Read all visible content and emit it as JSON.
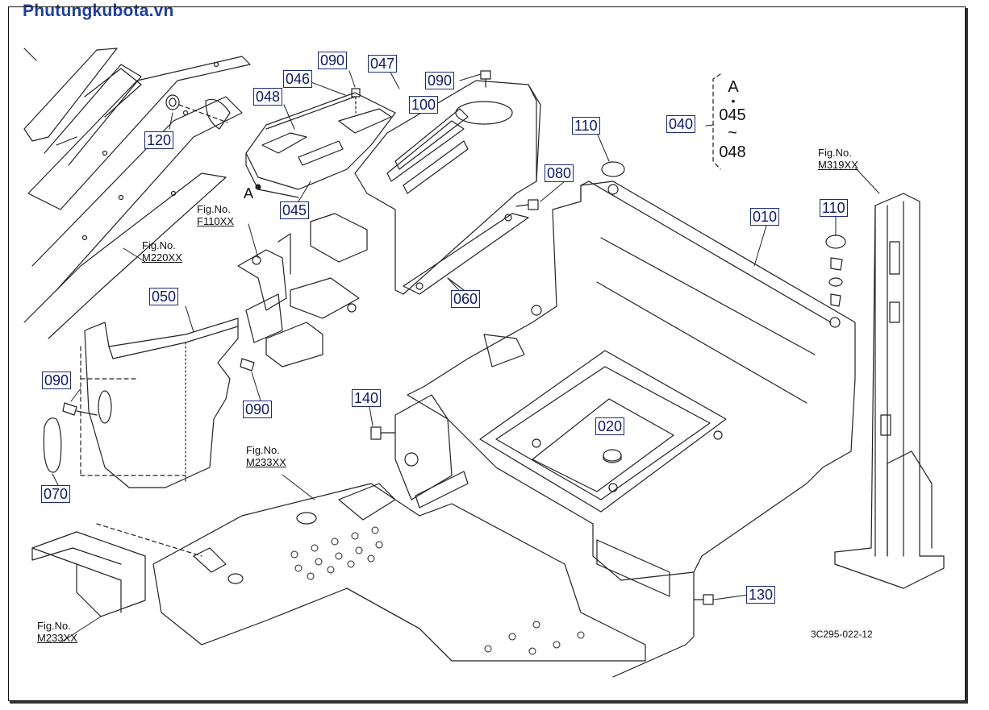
{
  "site_title": "Phutungkubota.vn",
  "drawing_code": "3C295-022-12",
  "part_labels": {
    "p010": "010",
    "p020": "020",
    "p040": "040",
    "p045": "045",
    "p046": "046",
    "p047": "047",
    "p048": "048",
    "p050": "050",
    "p060": "060",
    "p070": "070",
    "p080": "080",
    "p090a": "090",
    "p090b": "090",
    "p090c": "090",
    "p090d": "090",
    "p100": "100",
    "p110a": "110",
    "p110b": "110",
    "p120": "120",
    "p130": "130",
    "p140": "140"
  },
  "assembly_group": {
    "marker": "A",
    "from": "045",
    "tilde": "~",
    "to": "048"
  },
  "view_marker": "A",
  "fig_refs": {
    "f110": {
      "label": "Fig.No.",
      "ref": "F110XX"
    },
    "m220": {
      "label": "Fig.No.",
      "ref": "M220XX"
    },
    "m233a": {
      "label": "Fig.No.",
      "ref": "M233XX"
    },
    "m233b": {
      "label": "Fig.No.",
      "ref": "M233XX"
    },
    "m319": {
      "label": "Fig.No.",
      "ref": "M319XX"
    }
  }
}
